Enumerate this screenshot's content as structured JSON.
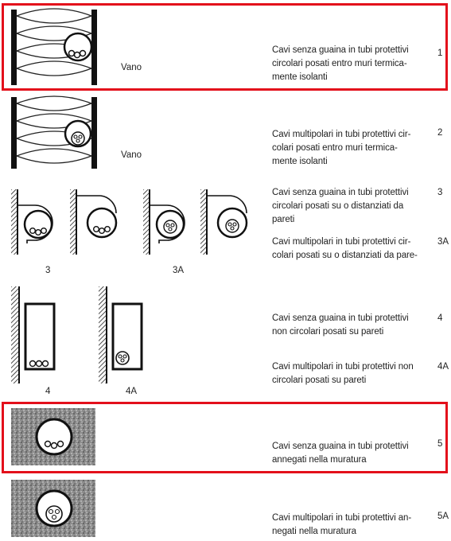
{
  "highlight_color": "#e3101b",
  "rows": [
    {
      "num": "1",
      "desc": "Cavi senza guaina in tubi protettivi circolari posati entro muri termica-mente isolanti",
      "label": "Vano"
    },
    {
      "num": "2",
      "desc": "Cavi multipolari in tubi protettivi cir-colari posati entro muri termica-mente isolanti",
      "label": "Vano"
    },
    {
      "num": "3",
      "desc": "Cavi senza guaina in tubi protettivi circolari posati su o distanziati da pareti",
      "label": "3"
    },
    {
      "num": "3A",
      "desc": "Cavi multipolari in tubi protettivi cir-colari posati su o distanziati da pare-",
      "label": "3A"
    },
    {
      "num": "4",
      "desc": "Cavi senza guaina in tubi protettivi non circolari posati su pareti",
      "label": "4"
    },
    {
      "num": "4A",
      "desc": "Cavi multipolari in tubi protettivi non circolari posati su pareti",
      "label": "4A"
    },
    {
      "num": "5",
      "desc": "Cavi senza guaina in tubi protettivi annegati nella muratura"
    },
    {
      "num": "5A",
      "desc": "Cavi multipolari in tubi protettivi an-negati nella muratura"
    }
  ]
}
